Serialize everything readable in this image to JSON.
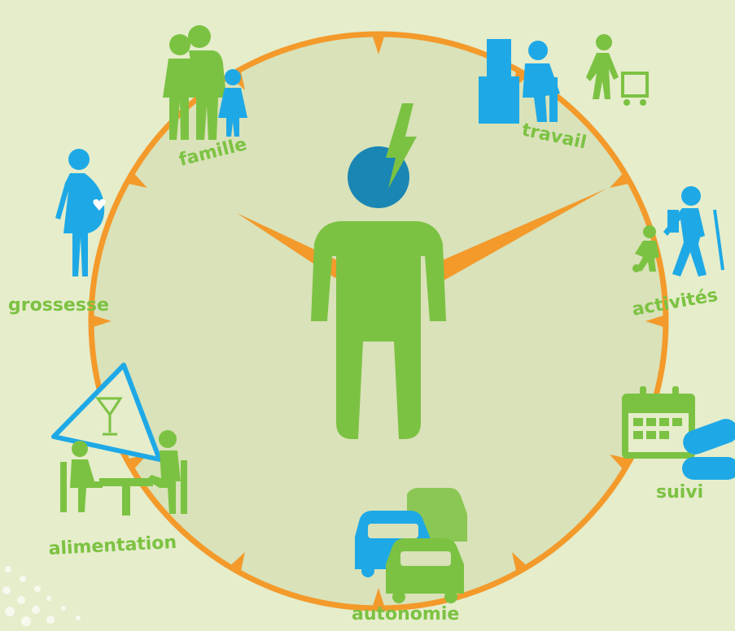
{
  "labels": {
    "famille": "famille",
    "travail": "travail",
    "grossesse": "grossesse",
    "activites": "activités",
    "suivi": "suivi",
    "alimentation": "alimentation",
    "autonomie": "autonomie"
  },
  "colors": {
    "background": "#e5edcb",
    "dial": "#d9e2b9",
    "ring": "#f39a2b",
    "green": "#7cc242",
    "blue": "#1ea9e6",
    "head": "#1a86b4"
  },
  "icons": {
    "center": "person-with-lightning-icon",
    "famille": "family-icon",
    "travail": "office-worker-icon",
    "grossesse": "pregnant-woman-icon",
    "activites": "hiker-icon",
    "suivi": "calendar-pills-icon",
    "alimentation": "alcohol-warning-icon",
    "autonomie": "cars-icon"
  }
}
